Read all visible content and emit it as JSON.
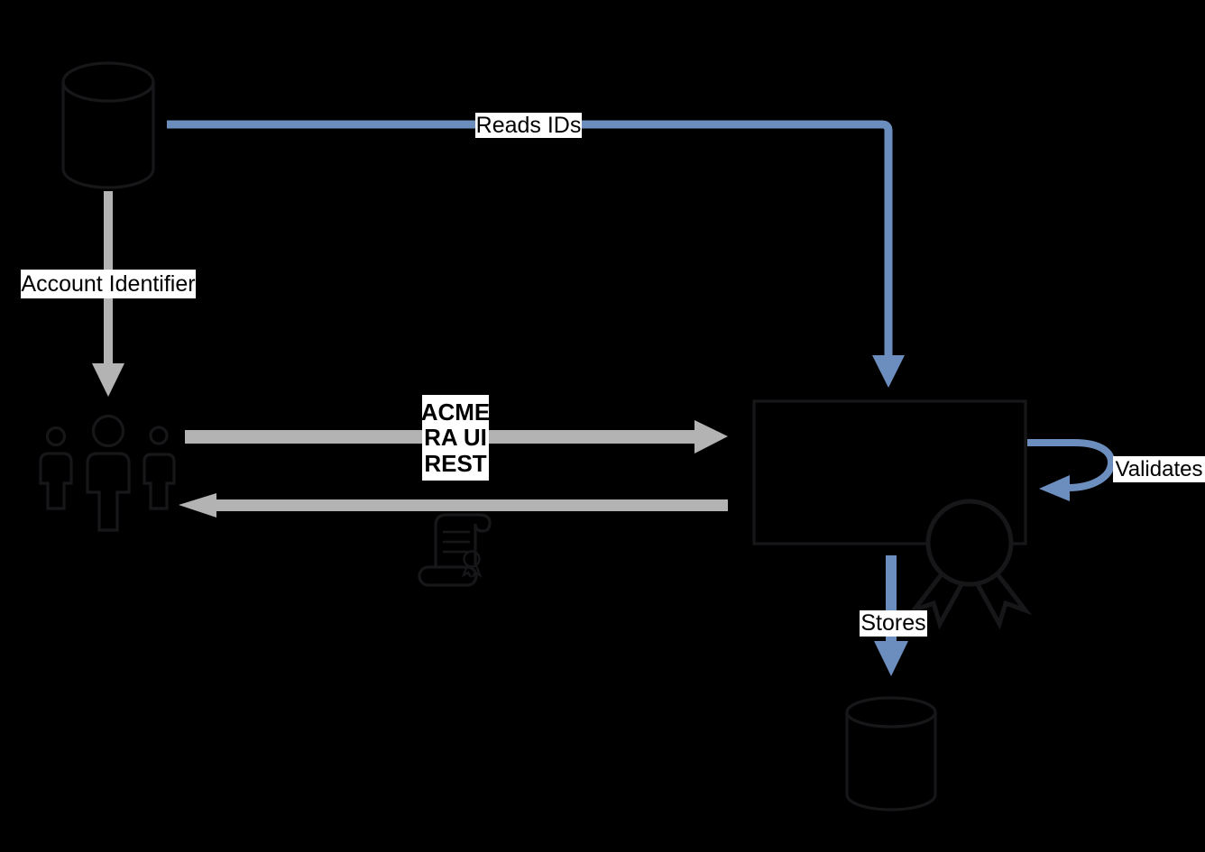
{
  "diagram": {
    "labels": {
      "reads_ids": "Reads IDs",
      "account_identifier": "Account Identifier",
      "acme": [
        "ACME",
        "RA UI",
        "REST"
      ],
      "validates": "Validates",
      "stores": "Stores"
    },
    "nodes": {
      "source_database": "database-cylinder-icon",
      "users": "user-group-icon",
      "processor": "process-box",
      "award_badge": "award-ribbon-icon",
      "certificate_scroll": "scroll-certificate-icon",
      "target_database": "database-cylinder-icon"
    },
    "edges": [
      {
        "label": "Reads IDs",
        "from": "source_database",
        "to": "processor",
        "color": "blue"
      },
      {
        "label": "Account Identifier",
        "from": "source_database",
        "to": "users",
        "color": "gray"
      },
      {
        "label": "ACME RA UI REST",
        "from": "users",
        "to": "processor",
        "color": "gray",
        "direction": "both"
      },
      {
        "label": "Validates",
        "from": "processor",
        "to": "processor",
        "color": "blue"
      },
      {
        "label": "Stores",
        "from": "processor",
        "to": "target_database",
        "color": "blue"
      }
    ],
    "colors": {
      "bg": "#000000",
      "flow_blue": "#6c8ebf",
      "arrow_gray": "#b3b3b3",
      "shape_stroke": "#17171a",
      "label_bg": "#ffffff",
      "label_text": "#000000"
    }
  }
}
